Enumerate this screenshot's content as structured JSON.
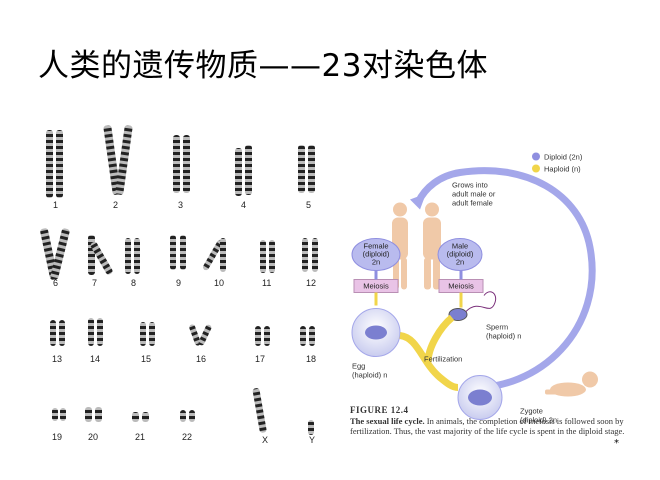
{
  "title": "人类的遗传物质——23对染色体",
  "karyotype": {
    "labels": [
      "1",
      "2",
      "3",
      "4",
      "5",
      "6",
      "7",
      "8",
      "9",
      "10",
      "11",
      "12",
      "13",
      "14",
      "15",
      "16",
      "17",
      "18",
      "19",
      "20",
      "21",
      "22",
      "X",
      "Y"
    ]
  },
  "figure": {
    "legend_diploid": "Diploid (2n)",
    "legend_haploid": "Haploid (n)",
    "grows_into": [
      "Grows into",
      "adult male or",
      "adult female"
    ],
    "female": [
      "Female",
      "(diploid)",
      "2n"
    ],
    "male": [
      "Male",
      "(diploid)",
      "2n"
    ],
    "meiosis_left": "Meiosis",
    "meiosis_right": "Meiosis",
    "sperm": [
      "Sperm",
      "(haploid) n"
    ],
    "egg": [
      "Egg",
      "(haploid) n"
    ],
    "fertilization": "Fertilization",
    "zygote": [
      "Zygote",
      "(diploid) 2n"
    ],
    "caption_label": "FIGURE 12.4",
    "caption_bold": "The sexual life cycle.",
    "caption_text": " In animals, the completion of meiosis is followed soon by fertilization. Thus, the vast majority of the life cycle is spent in the diploid stage.",
    "colors": {
      "diploid": "#8f8fe0",
      "haploid": "#f1d54a",
      "meiosis_box": "#e9c3e6"
    }
  },
  "footer_mark": "*"
}
